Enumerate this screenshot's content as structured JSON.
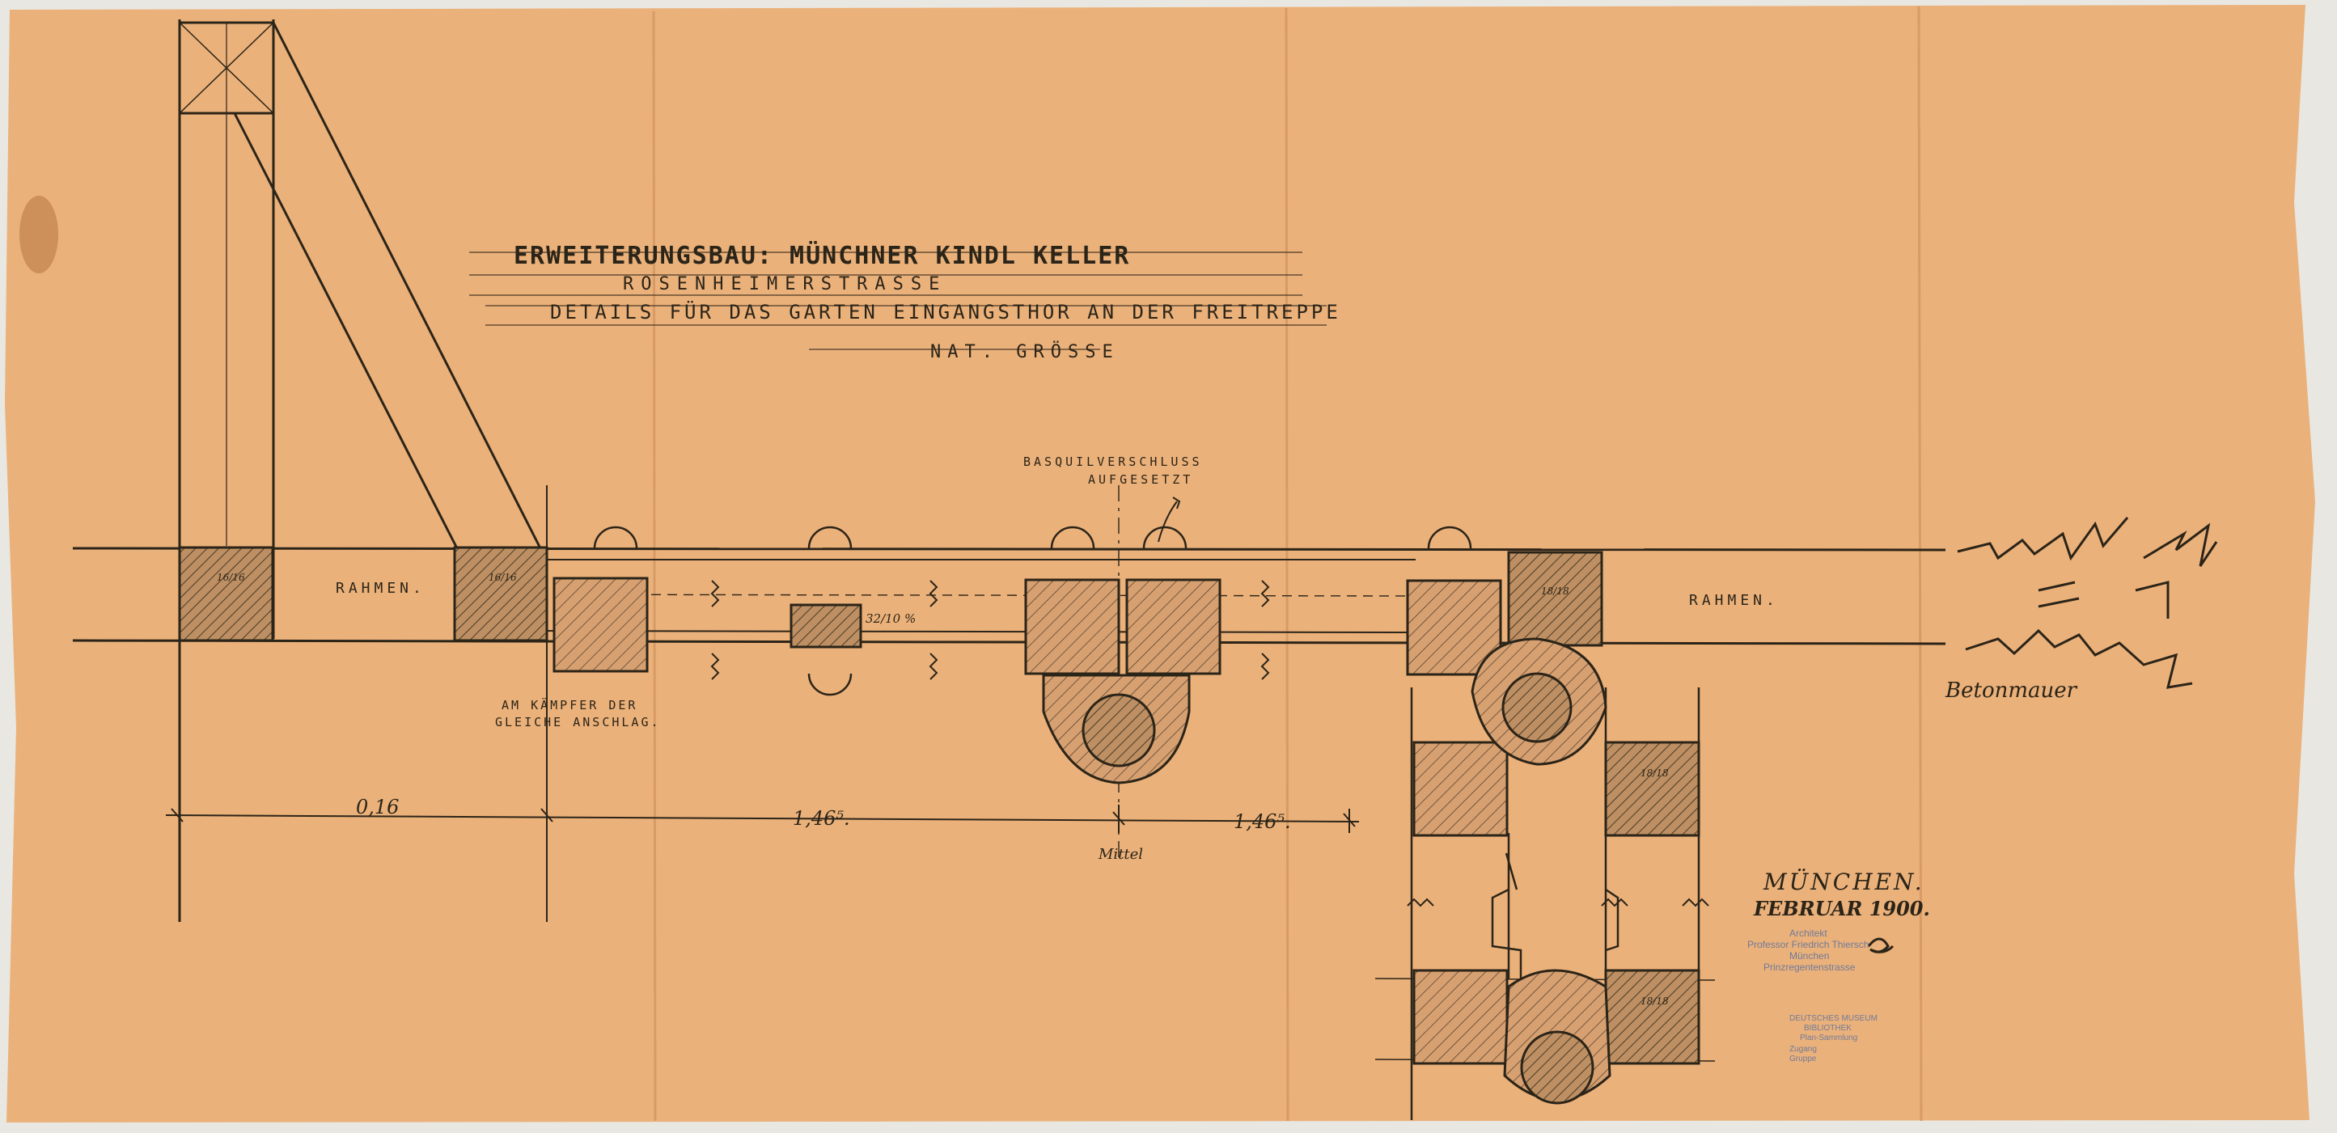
{
  "title_block": {
    "line1": "ERWEITERUNGSBAU: MÜNCHNER KINDL KELLER",
    "line2": "ROSENHEIMERSTRASSE",
    "line3": "DETAILS FÜR DAS GARTEN EINGANGSTHOR AN DER FREITREPPE",
    "line4": "NAT. GRÖSSE"
  },
  "labels": {
    "rahmen_left": "RAHMEN.",
    "rahmen_right": "RAHMEN.",
    "basquill_1": "BASQUILVERSCHLUSS",
    "basquill_2": "AUFGESETZT",
    "kampfer_1": "AM KÄMPFER DER",
    "kampfer_2": "GLEICHE ANSCHLAG.",
    "dim_a": "0,16",
    "dim_b": "1,46⁵.",
    "dim_c": "1,46⁵.",
    "mittel": "Mittel",
    "betonmauer": "Betonmauer",
    "bar_1": "32/10 %",
    "post_a": "16/16",
    "post_b": "16/16",
    "post_c": "18/18",
    "post_d": "18/18",
    "post_e": "18/18"
  },
  "signature": {
    "city": "MÜNCHEN.",
    "date": "FEBRUAR 1900."
  },
  "stamps": {
    "architect_1": "Architekt",
    "architect_2": "Professor Friedrich Thiersch",
    "architect_3": "München",
    "architect_4": "Prinzregentenstrasse",
    "museum_1": "DEUTSCHES MUSEUM",
    "museum_2": "BIBLIOTHEK",
    "museum_3": "Plan-Sammlung",
    "museum_4": "Zugang",
    "museum_5": "Gruppe"
  },
  "colors": {
    "paper": "#ebb17a",
    "ink": "#2b2418",
    "hatch_fill": "#b58a5f",
    "stamp": "#6f7a9a"
  }
}
